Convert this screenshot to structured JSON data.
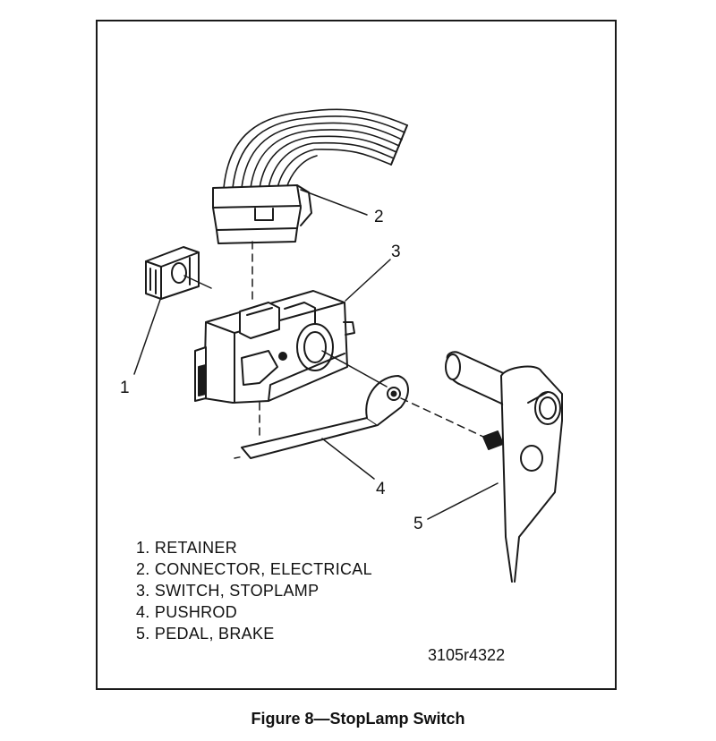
{
  "figure": {
    "caption": "Figure 8—StopLamp Switch",
    "code": "3105r4322",
    "callouts": [
      "1",
      "2",
      "3",
      "4",
      "5"
    ],
    "legend": [
      "1. RETAINER",
      "2. CONNECTOR, ELECTRICAL",
      "3. SWITCH, STOPLAMP",
      "4. PUSHROD",
      "5. PEDAL, BRAKE"
    ]
  },
  "colors": {
    "ink": "#1a1a1a",
    "paper": "#ffffff",
    "shade": "#bdbdbd"
  }
}
